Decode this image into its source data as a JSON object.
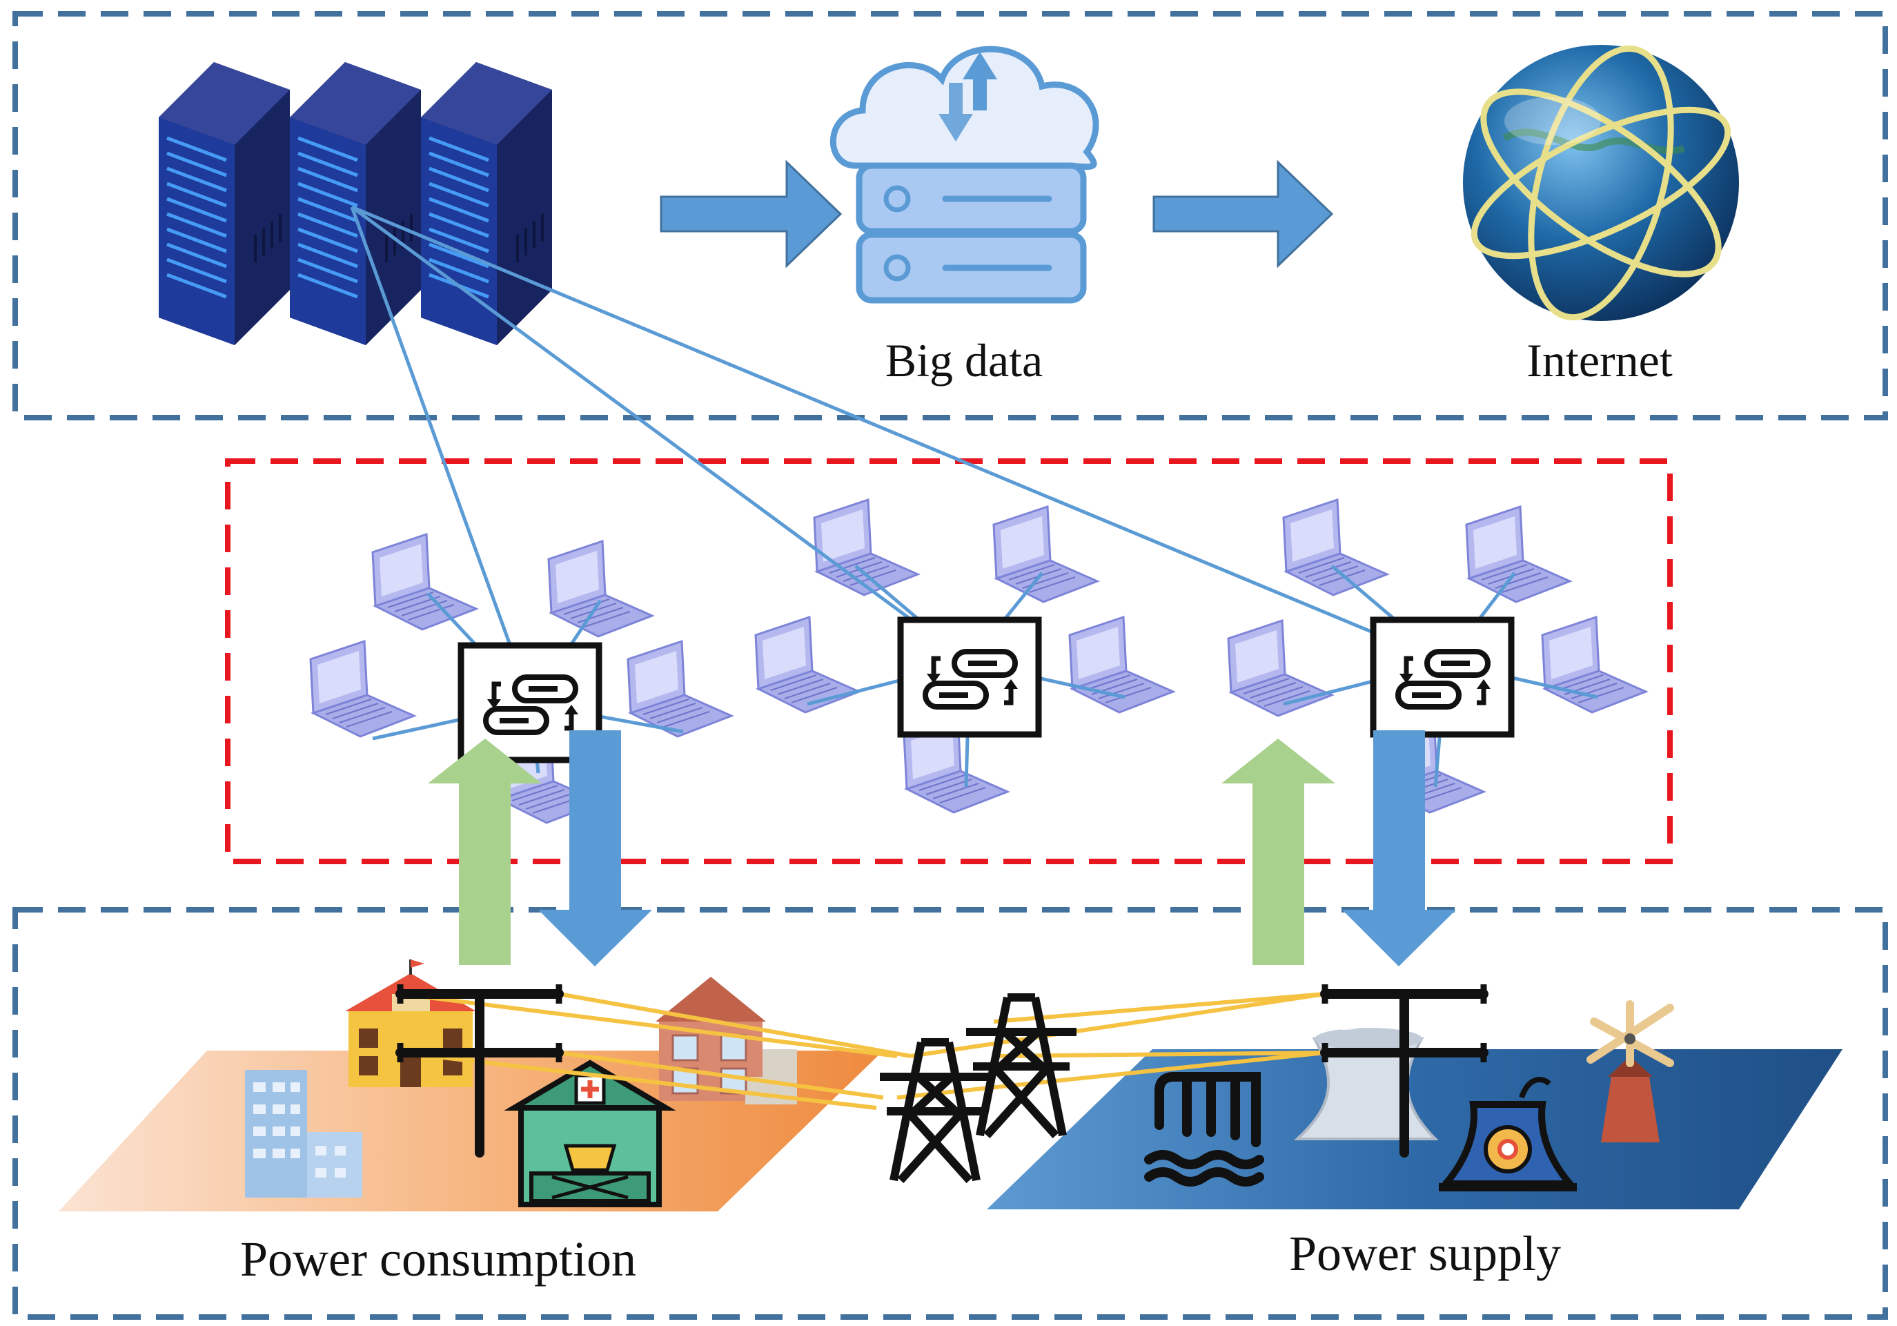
{
  "labels": {
    "big_data": "Big data",
    "internet": "Internet",
    "power_consumption": "Power consumption",
    "power_supply": "Power supply"
  },
  "colors": {
    "top_border": "#41719c",
    "middle_border": "#e8161e",
    "bottom_border": "#41719c",
    "flow_arrow": "#5b9bd5",
    "up_arrow": "#a9d18e",
    "down_arrow": "#5b9bd5",
    "network_link": "#5b9bd5",
    "power_line": "#f5c242",
    "consumption_plane": "#f19a5a",
    "supply_plane": "#2f6aa8"
  },
  "icons": {
    "data_center": "server-rack-icon",
    "big_data": "cloud-server-icon",
    "internet": "globe-icon",
    "laptop": "laptop-icon",
    "switch": "network-switch-icon",
    "tower": "transmission-tower-icon",
    "pole": "power-pole-icon"
  }
}
